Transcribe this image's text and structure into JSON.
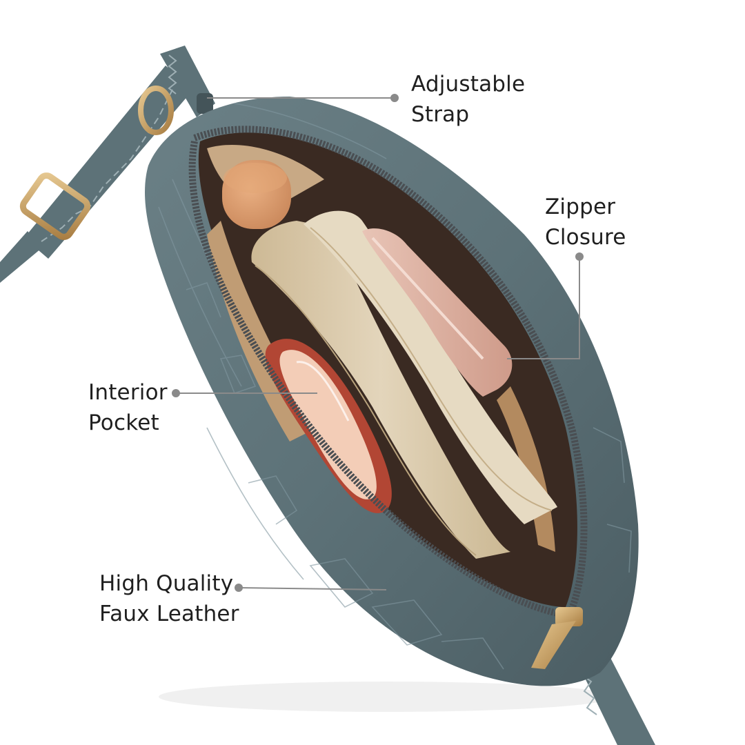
{
  "callouts": {
    "strap": {
      "line1": "Adjustable",
      "line2": "Strap"
    },
    "zipper": {
      "line1": "Zipper",
      "line2": "Closure"
    },
    "pocket": {
      "line1": "Interior",
      "line2": "Pocket"
    },
    "leather": {
      "line1": "High Quality",
      "line2": "Faux Leather"
    }
  },
  "colors": {
    "bag_leather": "#5d7278",
    "bag_leather_dark": "#445459",
    "zipper": "#4a4e52",
    "lining": "#c8a985",
    "pouch": "#d9c9ad",
    "pouch_light": "#e6dac2",
    "hardware_gold": "#c9a46b",
    "bangle_red": "#b24634",
    "pink_item": "#e4b7a8",
    "cap_orange": "#d79a6a",
    "leader_line": "#8a8a8a",
    "label_text": "#1f1f1f"
  }
}
